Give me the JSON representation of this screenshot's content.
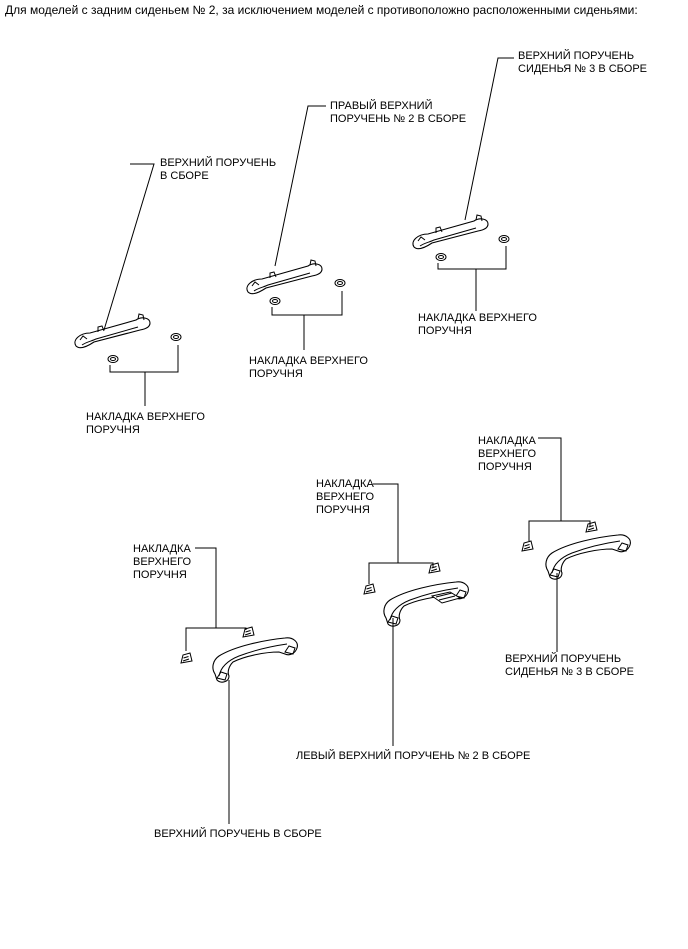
{
  "heading": "Для моделей с задним сиденьем № 2, за исключением моделей с противоположно расположенными сиденьями:",
  "labels": {
    "top_assist_grip_seat3": "ВЕРХНИЙ ПОРУЧЕНЬ\nСИДЕНЬЯ № 3 В СБОРЕ",
    "top_right_grip_no2": "ПРАВЫЙ ВЕРХНИЙ\nПОРУЧЕНЬ № 2 В СБОРЕ",
    "top_assist_grip": "ВЕРХНИЙ ПОРУЧЕНЬ\nВ СБОРЕ",
    "top_cover_right": "НАКЛАДКА ВЕРХНЕГО\nПОРУЧНЯ",
    "top_cover_middle": "НАКЛАДКА ВЕРХНЕГО\nПОРУЧНЯ",
    "top_cover_left": "НАКЛАДКА ВЕРХНЕГО\nПОРУЧНЯ",
    "bottom_cover_right": "НАКЛАДКА\nВЕРХНЕГО\nПОРУЧНЯ",
    "bottom_cover_middle": "НАКЛАДКА\nВЕРХНЕГО\nПОРУЧНЯ",
    "bottom_cover_left": "НАКЛАДКА\nВЕРХНЕГО\nПОРУЧНЯ",
    "bottom_grip_seat3": "ВЕРХНИЙ ПОРУЧЕНЬ\nСИДЕНЬЯ № 3 В СБОРЕ",
    "bottom_left_grip_no2": "ЛЕВЫЙ ВЕРХНИЙ ПОРУЧЕНЬ № 2 В СБОРЕ",
    "bottom_assist_grip": "ВЕРХНИЙ ПОРУЧЕНЬ В СБОРЕ"
  }
}
